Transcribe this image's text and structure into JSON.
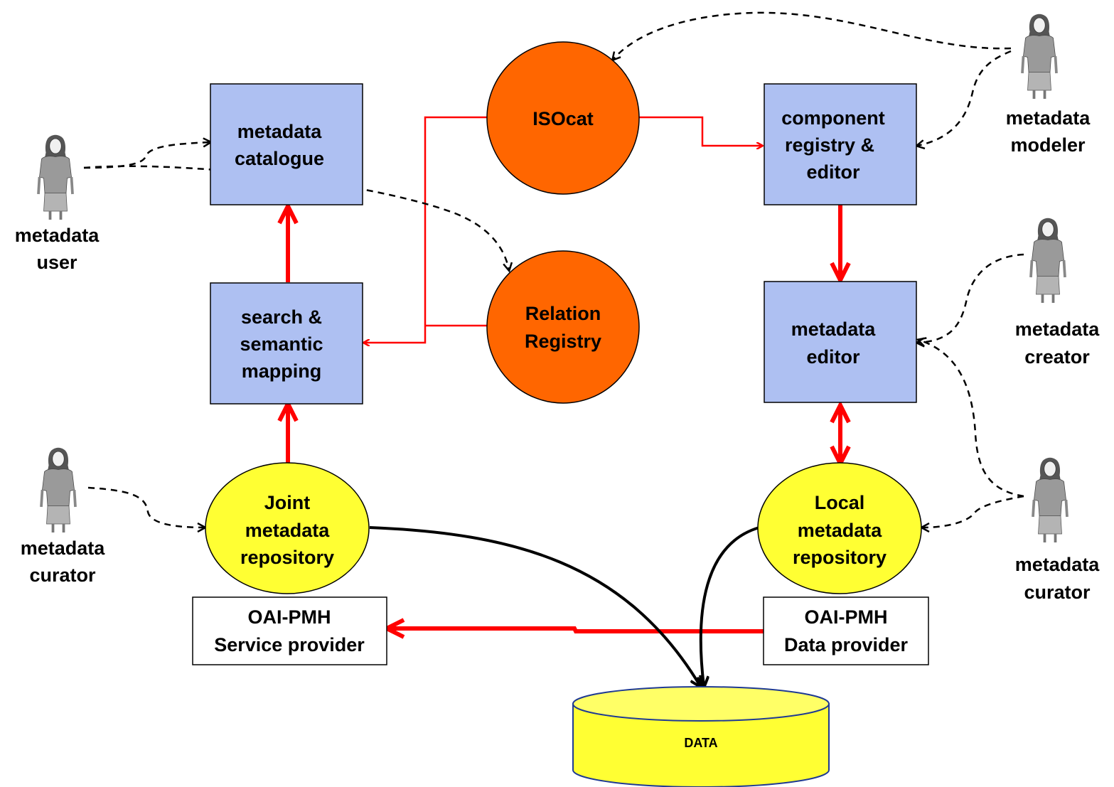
{
  "nodes": {
    "metadata_catalogue": [
      "metadata",
      "catalogue"
    ],
    "search_semantic_mapping": [
      "search &",
      "semantic",
      "mapping"
    ],
    "isocat": [
      "ISOcat"
    ],
    "relation_registry": [
      "Relation",
      "Registry"
    ],
    "component_registry_editor": [
      "component",
      "registry &",
      "editor"
    ],
    "metadata_editor": [
      "metadata",
      "editor"
    ],
    "joint_repository": [
      "Joint",
      "metadata",
      "repository"
    ],
    "local_repository": [
      "Local",
      "metadata",
      "repository"
    ],
    "oai_service_provider": [
      "OAI-PMH",
      "Service provider"
    ],
    "oai_data_provider": [
      "OAI-PMH",
      "Data provider"
    ],
    "data_store": [
      "DATA"
    ]
  },
  "actors": {
    "user": [
      "metadata",
      "user"
    ],
    "curator_left": [
      "metadata",
      "curator"
    ],
    "modeler": [
      "metadata",
      "modeler"
    ],
    "creator": [
      "metadata",
      "creator"
    ],
    "curator_right": [
      "metadata",
      "curator"
    ]
  },
  "colors": {
    "box_fill": "#aec0f2",
    "circle_fill": "#ff6600",
    "repository_fill": "#ffff33",
    "arrow_red": "#ff0000"
  }
}
